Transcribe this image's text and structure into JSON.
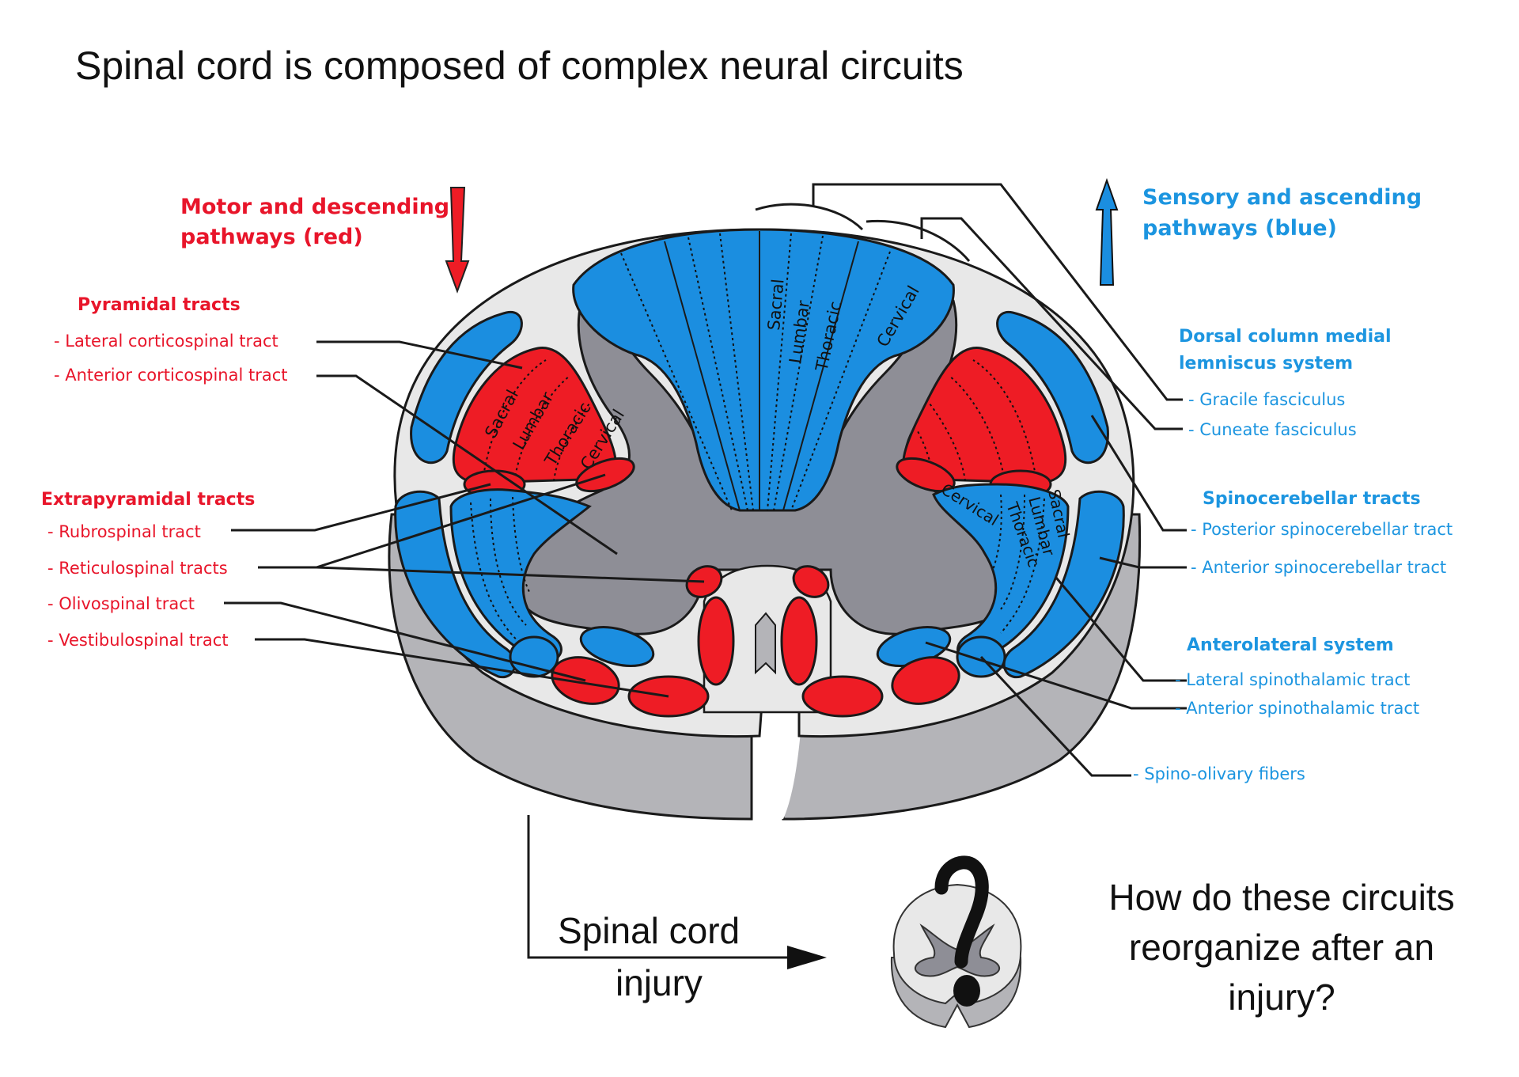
{
  "title": "Spinal cord is composed of complex neural circuits",
  "colors": {
    "motor_red": "#ee1c25",
    "sensory_blue": "#1b8ee0",
    "label_red": "#e8152a",
    "label_blue": "#1c95e0",
    "white_matter": "#e8e8e8",
    "gray_matter": "#8e8e96",
    "outer_gray": "#b4b4b8",
    "outline": "#1a1a1a"
  },
  "motor_legend": {
    "line1": "Motor and descending",
    "line2": "pathways (red)",
    "arrow_icon": "down-arrow-icon"
  },
  "sensory_legend": {
    "line1": "Sensory and ascending",
    "line2": "pathways (blue)",
    "arrow_icon": "up-arrow-icon"
  },
  "left_groups": [
    {
      "heading": "Pyramidal tracts",
      "items": [
        "- Lateral corticospinal tract",
        "- Anterior corticospinal tract"
      ]
    },
    {
      "heading": "Extrapyramidal tracts",
      "items": [
        "- Rubrospinal tract",
        "- Reticulospinal tracts",
        "- Olivospinal tract",
        "- Vestibulospinal tract"
      ]
    }
  ],
  "right_groups": [
    {
      "heading_line1": "Dorsal column medial",
      "heading_line2": "lemniscus system",
      "items": [
        "- Gracile fasciculus",
        "- Cuneate fasciculus"
      ]
    },
    {
      "heading": "Spinocerebellar tracts",
      "items": [
        "- Posterior spinocerebellar tract",
        "- Anterior spinocerebellar tract"
      ]
    },
    {
      "heading": "Anterolateral system",
      "items": [
        "- Lateral spinothalamic tract",
        "- Anterior spinothalamic tract"
      ]
    },
    {
      "items": [
        "- Spino-olivary fibers"
      ]
    }
  ],
  "segments": {
    "sacral": "Sacral",
    "lumbar": "Lumbar",
    "thoracic": "Thoracic",
    "cervical": "Cervical"
  },
  "injury": {
    "line1": "Spinal cord",
    "line2": "injury",
    "icon": "question-mark-icon"
  },
  "question": {
    "line1": "How do these circuits",
    "line2": "reorganize after an",
    "line3": "injury?"
  }
}
